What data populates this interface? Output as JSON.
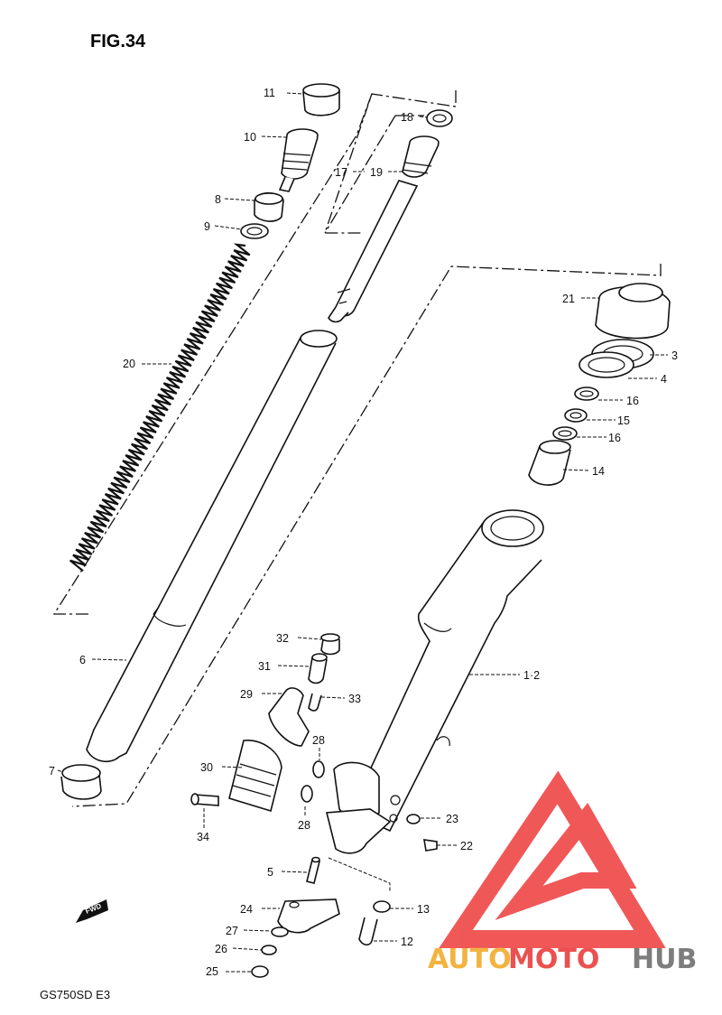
{
  "figure": {
    "title": "FIG.34",
    "model": "GS750SD E3",
    "forward_marker": "FWD"
  },
  "callouts": {
    "p1_2": "1·2",
    "p3": "3",
    "p4": "4",
    "p5": "5",
    "p6": "6",
    "p7": "7",
    "p8": "8",
    "p9": "9",
    "p10": "10",
    "p11": "11",
    "p12": "12",
    "p13": "13",
    "p14": "14",
    "p15": "15",
    "p16a": "16",
    "p16b": "16",
    "p17": "17",
    "p18": "18",
    "p19": "19",
    "p20": "20",
    "p21": "21",
    "p22": "22",
    "p23": "23",
    "p24": "24",
    "p25": "25",
    "p26": "26",
    "p27": "27",
    "p28a": "28",
    "p28b": "28",
    "p29": "29",
    "p30": "30",
    "p31": "31",
    "p32": "32",
    "p33": "33",
    "p34": "34"
  },
  "watermark": {
    "part1": "AUTO",
    "part2": "MOTO",
    "part3": "HUB",
    "colors": {
      "auto": "#f3b341",
      "moto": "#ec5050",
      "hub": "#7d7d7d",
      "logo": "#ee3b3b"
    }
  }
}
